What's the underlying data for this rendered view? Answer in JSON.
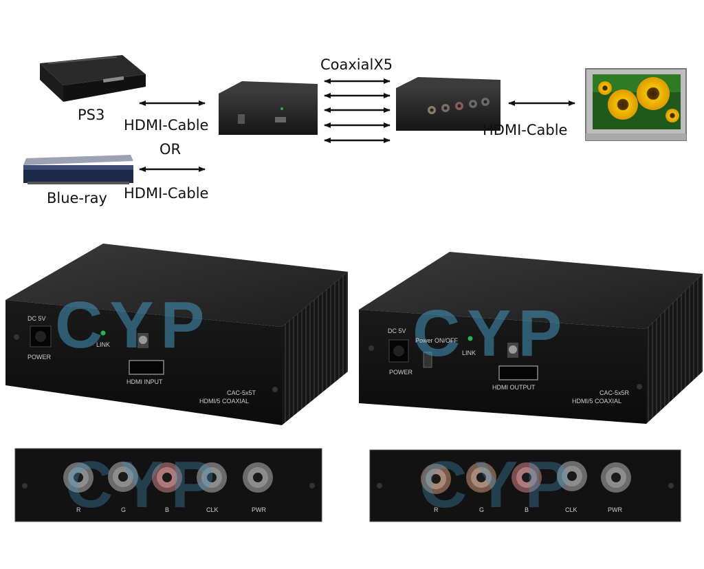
{
  "top_diagram": {
    "sources": [
      {
        "name": "PS3",
        "cable": "HDMI-Cable"
      },
      {
        "name": "Blue-ray",
        "cable": "HDMI-Cable"
      }
    ],
    "or_label": "OR",
    "link_label": "CoaxialX5",
    "output_cable": "HDMI-Cable"
  },
  "photos": {
    "watermark": "CYP",
    "transmitter": {
      "dc_label": "DC 5V",
      "power_label": "POWER",
      "link_label": "LINK",
      "port_label": "HDMI INPUT",
      "model_label": "CAC-5x5T",
      "model_desc": "HDMI/5 COAXIAL",
      "bnc_labels": [
        "R",
        "G",
        "B",
        "CLK",
        "PWR"
      ]
    },
    "receiver": {
      "dc_label": "DC 5V",
      "power_label": "POWER",
      "switch_label": "Power ON/OFF",
      "link_label": "LINK",
      "port_label": "HDMI OUTPUT",
      "model_label": "CAC-5x5R",
      "model_desc": "HDMI/5 COAXIAL",
      "bnc_labels": [
        "R",
        "G",
        "B",
        "CLK",
        "PWR"
      ]
    }
  }
}
